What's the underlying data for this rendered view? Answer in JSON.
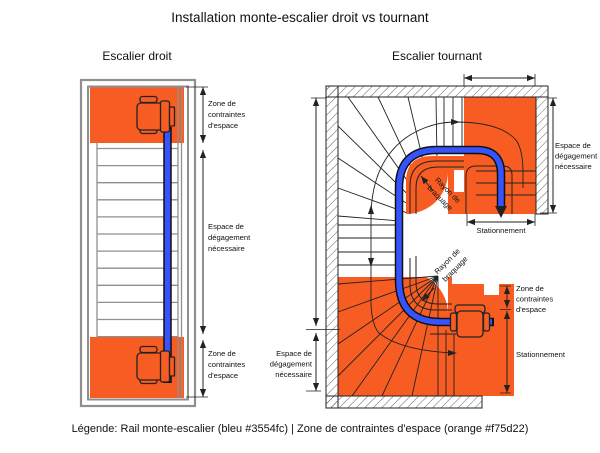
{
  "title": "Installation monte-escalier droit vs tournant",
  "legend": "Légende: Rail monte-escalier (bleu #3554fc) | Zone de contraintes d'espace (orange #f75d22)",
  "colors": {
    "rail_blue": "#3554fc",
    "zone_orange": "#f75d22"
  },
  "left_diagram": {
    "title": "Escalier droit",
    "zone_constraint_top": [
      "Zone de",
      "contraintes",
      "d'espace"
    ],
    "clearance": [
      "Espace de",
      "dégagement",
      "nécessaire"
    ],
    "zone_constraint_bottom": [
      "Zone de",
      "contraintes",
      "d'espace"
    ]
  },
  "right_diagram": {
    "title": "Escalier tournant",
    "clearance_right": [
      "Espace de",
      "dégagement",
      "nécessaire"
    ],
    "clearance_left": [
      "Espace de",
      "dégagement",
      "nécessaire"
    ],
    "stationnement_top": "Stationnement",
    "stationnement_bottom": "Stationnement",
    "zone_constraint": [
      "Zone de",
      "contraintes",
      "d'espace"
    ],
    "turning_radius_top": [
      "Rayon de",
      "braquage"
    ],
    "turning_radius_bottom": [
      "Rayon de",
      "braquage"
    ]
  }
}
